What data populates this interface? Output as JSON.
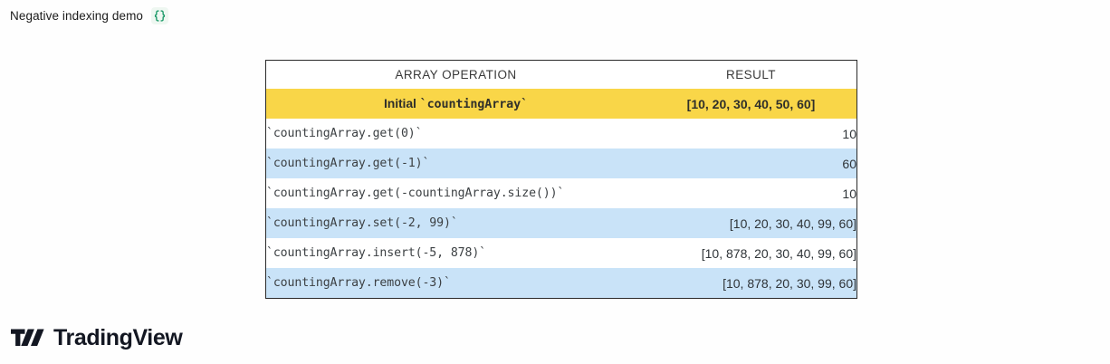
{
  "header": {
    "title": "Negative indexing demo",
    "code_icon": "code-braces-icon",
    "icon_color": "#1f9b6b"
  },
  "table": {
    "columns": [
      "ARRAY OPERATION",
      "RESULT"
    ],
    "initial_row": {
      "label_prefix": "Initial",
      "label_code": "`countingArray`",
      "result": "[10, 20, 30, 40, 50, 60]",
      "highlight_color": "#f9d648"
    },
    "stripe_color": "#c9e3f8",
    "rows": [
      {
        "operation": "`countingArray.get(0)`",
        "result": "10"
      },
      {
        "operation": "`countingArray.get(-1)`",
        "result": "60"
      },
      {
        "operation": "`countingArray.get(-countingArray.size())`",
        "result": "10"
      },
      {
        "operation": "`countingArray.set(-2, 99)`",
        "result": "[10, 20, 30, 40, 99, 60]"
      },
      {
        "operation": "`countingArray.insert(-5, 878)`",
        "result": "[10, 878, 20, 30, 40, 99, 60]"
      },
      {
        "operation": "`countingArray.remove(-3)`",
        "result": "[10, 878, 20, 30, 99, 60]"
      }
    ]
  },
  "footer": {
    "brand": "TradingView",
    "logo_icon": "tradingview-logo-icon",
    "brand_color": "#131722"
  }
}
